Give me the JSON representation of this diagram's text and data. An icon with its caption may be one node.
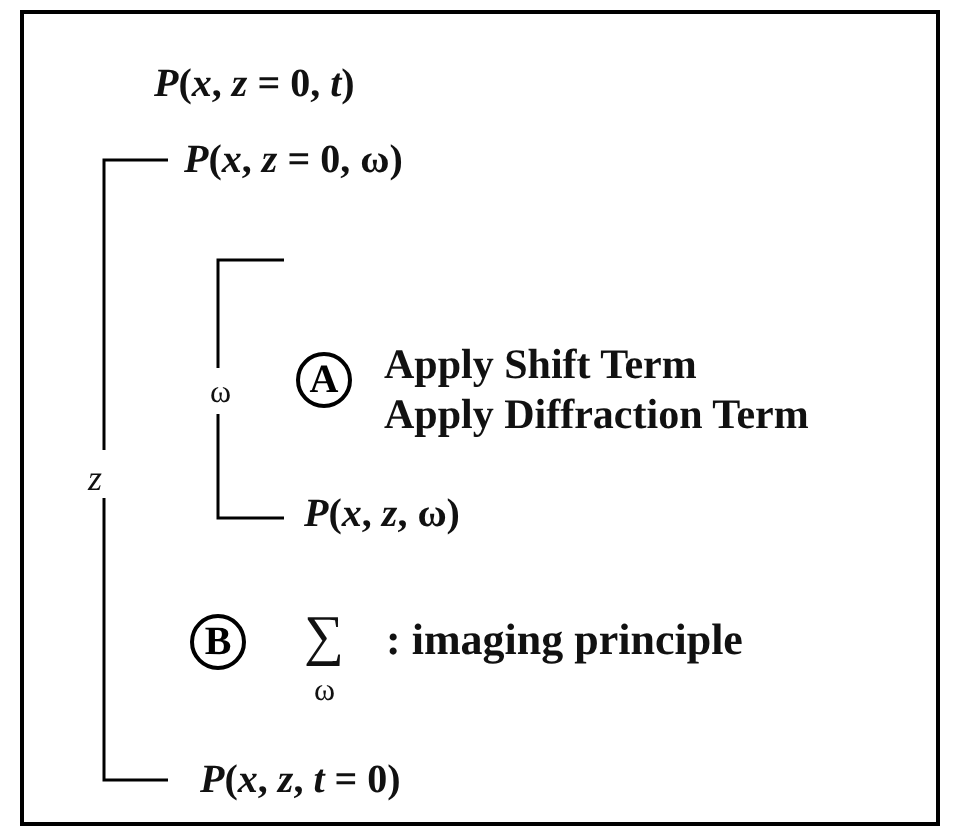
{
  "diagram": {
    "nodes": [
      {
        "text": [
          "A"
        ]
      },
      {
        "text": [
          "B"
        ]
      }
    ],
    "labels": [
      "*P*(*x*, *z* = 0, *t*)",
      "*P*(*x*, *z* = 0, ω)",
      "ω",
      "Apply Shift Term",
      "Apply Diffraction Term",
      "*P*(*x*, *z*, ω)",
      "*z*",
      "∑",
      "ω",
      ": imaging principle",
      "*P*(*x*, *z*, *t* = 0)"
    ]
  }
}
